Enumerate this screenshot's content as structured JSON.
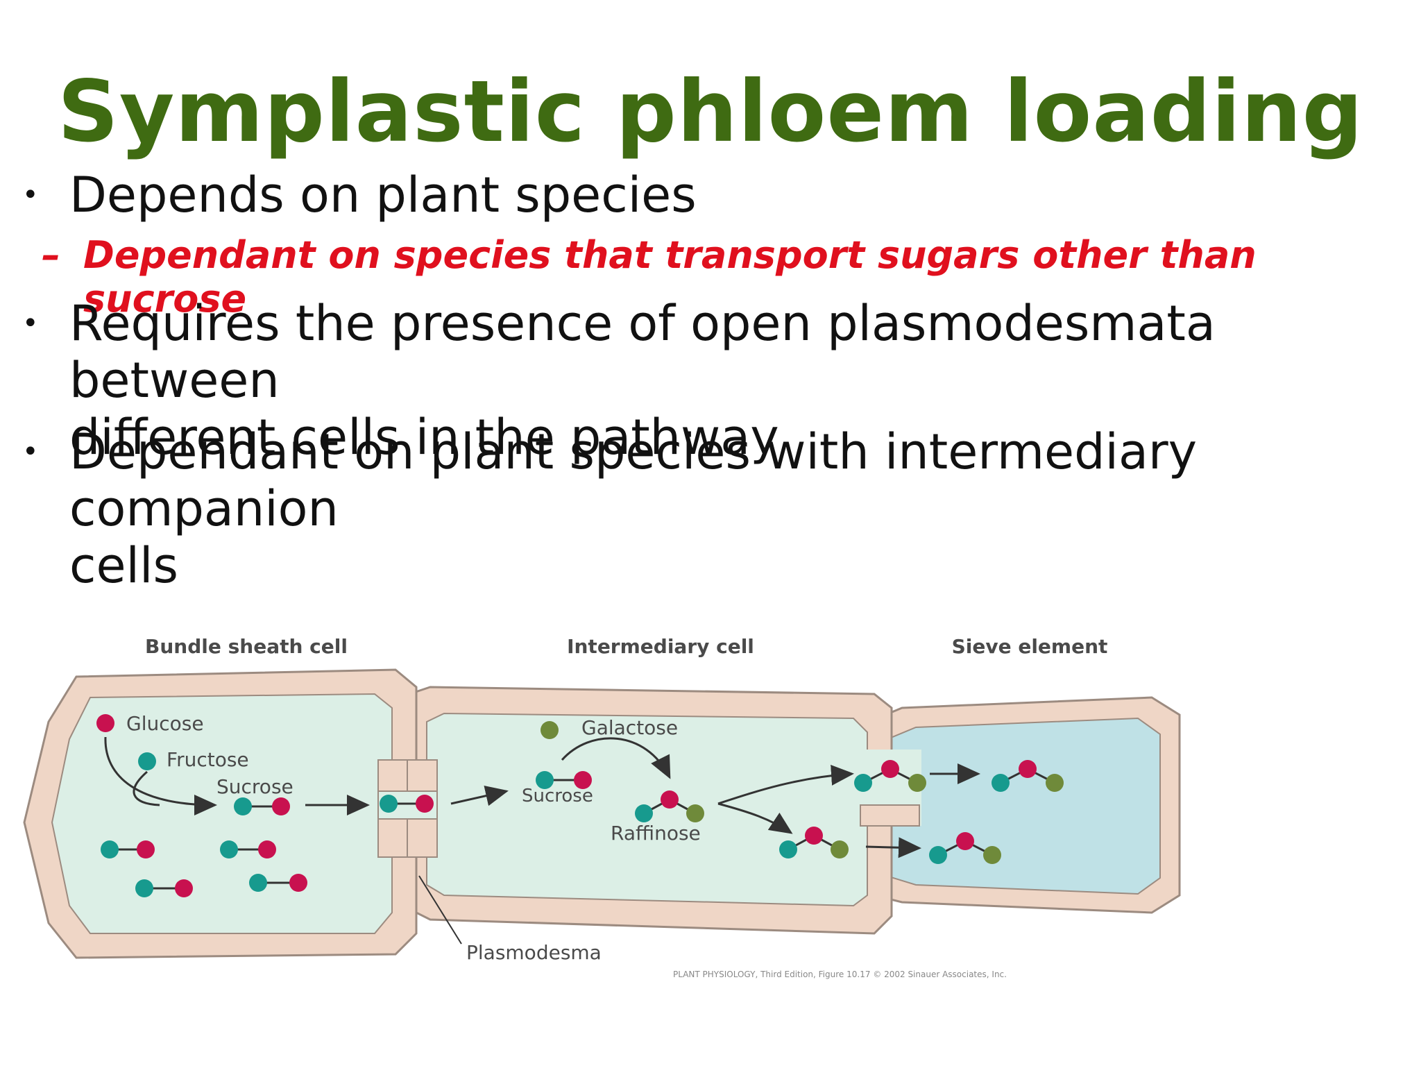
{
  "title": "Symplastic phloem loading",
  "bullets": [
    "Depends on plant species",
    "Requires the presence of open plasmodesmata between different cells in the pathway",
    "Dependant on plant species with intermediary companion cells"
  ],
  "bullet_lines": {
    "b1": "Depends on plant species",
    "b2_l1": "Requires the presence of open plasmodesmata between",
    "b2_l2": "different cells in the pathway",
    "b3_l1": "Dependant on plant species with intermediary companion",
    "b3_l2": "cells"
  },
  "sub_bullet": "Dependant on species that transport sugars other than sucrose",
  "diagram": {
    "cell_labels": {
      "bundle_sheath": "Bundle sheath cell",
      "intermediary": "Intermediary cell",
      "sieve": "Sieve element"
    },
    "molecules": {
      "glucose": "Glucose",
      "fructose": "Fructose",
      "sucrose_1": "Sucrose",
      "galactose": "Galactose",
      "sucrose_2": "Sucrose",
      "raffinose": "Raffinose"
    },
    "plasmodesma": "Plasmodesma",
    "credit": "PLANT PHYSIOLOGY, Third Edition, Figure 10.17 © 2002 Sinauer Associates, Inc."
  },
  "colors": {
    "title": "#3f6b12",
    "sub_bullet": "#e0101e",
    "glucose": "#c8114f",
    "fructose": "#179a8e",
    "galactose": "#6f8a3a",
    "cell_wall": "#efd6c6",
    "cytoplasm": "#dcefe6",
    "sieve_lumen": "#bfe1e6"
  }
}
